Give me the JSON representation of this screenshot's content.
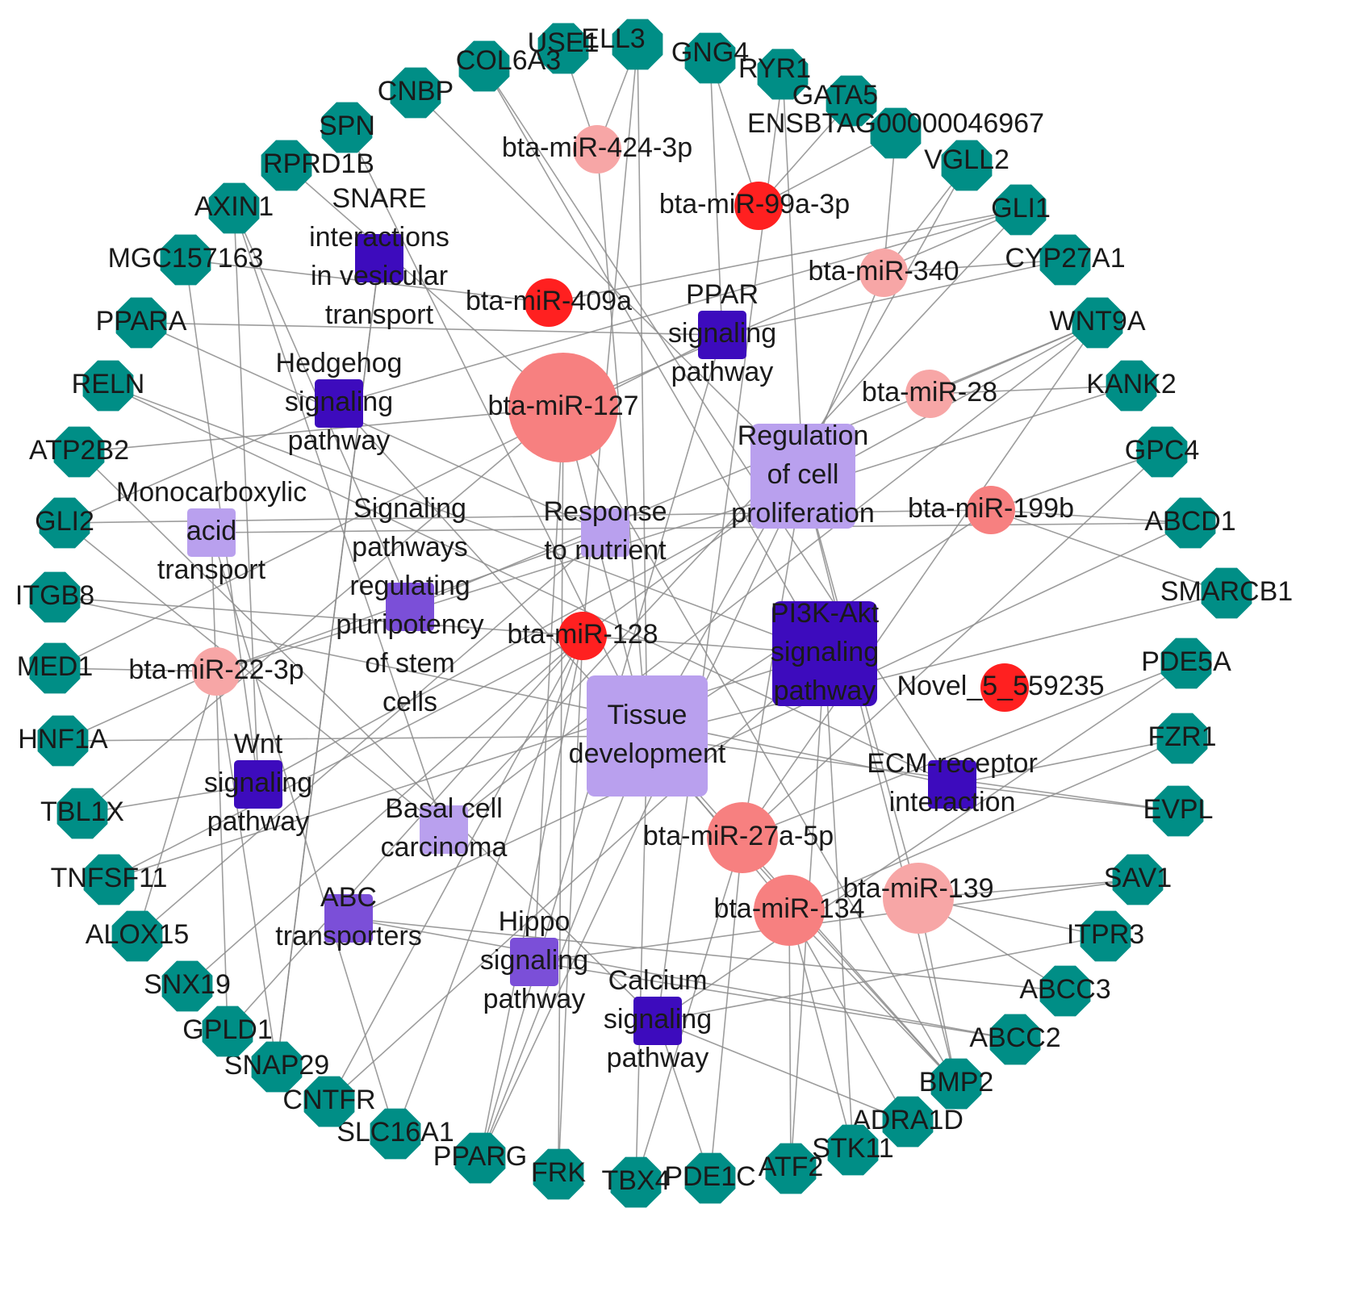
{
  "colors": {
    "gene": "#008e86",
    "mirna_up": "#ff2020",
    "mirna_down": "#f78080",
    "mirna_light": "#f7a6a6",
    "pathway_dark": "#3d0bbd",
    "pathway_mid": "#7b4fd8",
    "pathway_light": "#b9a0ee",
    "edge": "#8c8c8c"
  },
  "genes": [
    {
      "id": "USE1",
      "label": "USE1"
    },
    {
      "id": "ELL3",
      "label": "ELL3"
    },
    {
      "id": "GNG4",
      "label": "GNG4"
    },
    {
      "id": "RYR1",
      "label": "RYR1"
    },
    {
      "id": "GATA5",
      "label": "GATA5"
    },
    {
      "id": "ENSBTAG",
      "label": "ENSBTAG00000046967"
    },
    {
      "id": "VGLL2",
      "label": "VGLL2"
    },
    {
      "id": "GLI1",
      "label": "GLI1"
    },
    {
      "id": "CYP27A1",
      "label": "CYP27A1"
    },
    {
      "id": "WNT9A",
      "label": "WNT9A"
    },
    {
      "id": "KANK2",
      "label": "KANK2"
    },
    {
      "id": "GPC4",
      "label": "GPC4"
    },
    {
      "id": "ABCD1",
      "label": "ABCD1"
    },
    {
      "id": "SMARCB1",
      "label": "SMARCB1"
    },
    {
      "id": "PDE5A",
      "label": "PDE5A"
    },
    {
      "id": "FZR1",
      "label": "FZR1"
    },
    {
      "id": "EVPL",
      "label": "EVPL"
    },
    {
      "id": "SAV1",
      "label": "SAV1"
    },
    {
      "id": "ITPR3",
      "label": "ITPR3"
    },
    {
      "id": "ABCC3",
      "label": "ABCC3"
    },
    {
      "id": "ABCC2",
      "label": "ABCC2"
    },
    {
      "id": "BMP2",
      "label": "BMP2"
    },
    {
      "id": "ADRA1D",
      "label": "ADRA1D"
    },
    {
      "id": "STK11",
      "label": "STK11"
    },
    {
      "id": "ATF2",
      "label": "ATF2"
    },
    {
      "id": "PDE1C",
      "label": "PDE1C"
    },
    {
      "id": "TBX4",
      "label": "TBX4"
    },
    {
      "id": "FRK",
      "label": "FRK"
    },
    {
      "id": "PPARG",
      "label": "PPARG"
    },
    {
      "id": "SLC16A1",
      "label": "SLC16A1"
    },
    {
      "id": "CNTFR",
      "label": "CNTFR"
    },
    {
      "id": "SNAP29",
      "label": "SNAP29"
    },
    {
      "id": "GPLD1",
      "label": "GPLD1"
    },
    {
      "id": "SNX19",
      "label": "SNX19"
    },
    {
      "id": "ALOX15",
      "label": "ALOX15"
    },
    {
      "id": "TNFSF11",
      "label": "TNFSF11"
    },
    {
      "id": "TBL1X",
      "label": "TBL1X"
    },
    {
      "id": "HNF1A",
      "label": "HNF1A"
    },
    {
      "id": "MED1",
      "label": "MED1"
    },
    {
      "id": "ITGB8",
      "label": "ITGB8"
    },
    {
      "id": "GLI2",
      "label": "GLI2"
    },
    {
      "id": "ATP2B2",
      "label": "ATP2B2"
    },
    {
      "id": "RELN",
      "label": "RELN"
    },
    {
      "id": "PPARA",
      "label": "PPARA"
    },
    {
      "id": "MGC157163",
      "label": "MGC157163"
    },
    {
      "id": "AXIN1",
      "label": "AXIN1"
    },
    {
      "id": "RPRD1B",
      "label": "RPRD1B"
    },
    {
      "id": "SPN",
      "label": "SPN"
    },
    {
      "id": "CNBP",
      "label": "CNBP"
    },
    {
      "id": "COL6A3",
      "label": "COL6A3"
    }
  ],
  "mirnas": [
    {
      "id": "m424",
      "label": "bta-miR-424-3p",
      "tone": "mirna_light",
      "size": 1
    },
    {
      "id": "m99a",
      "label": "bta-miR-99a-3p",
      "tone": "mirna_up",
      "size": 1
    },
    {
      "id": "m340",
      "label": "bta-miR-340",
      "tone": "mirna_light",
      "size": 1
    },
    {
      "id": "m409a",
      "label": "bta-miR-409a",
      "tone": "mirna_up",
      "size": 1
    },
    {
      "id": "m127",
      "label": "bta-miR-127",
      "tone": "mirna_down",
      "size": 3
    },
    {
      "id": "m28",
      "label": "bta-miR-28",
      "tone": "mirna_light",
      "size": 1
    },
    {
      "id": "m199b",
      "label": "bta-miR-199b",
      "tone": "mirna_down",
      "size": 1
    },
    {
      "id": "m128",
      "label": "bta-miR-128",
      "tone": "mirna_up",
      "size": 1
    },
    {
      "id": "m22",
      "label": "bta-miR-22-3p",
      "tone": "mirna_light",
      "size": 1
    },
    {
      "id": "novel",
      "label": "Novel_5_559235",
      "tone": "mirna_up",
      "size": 1
    },
    {
      "id": "m27a",
      "label": "bta-miR-27a-5p",
      "tone": "mirna_down",
      "size": 2
    },
    {
      "id": "m139",
      "label": "bta-miR-139",
      "tone": "mirna_light",
      "size": 2
    },
    {
      "id": "m134",
      "label": "bta-miR-134",
      "tone": "mirna_down",
      "size": 2
    }
  ],
  "pathways": [
    {
      "id": "snare",
      "lines": [
        "SNARE",
        "interactions",
        "in vesicular",
        "transport"
      ],
      "tone": "pathway_dark",
      "size": 1
    },
    {
      "id": "ppar",
      "lines": [
        "PPAR",
        "signaling",
        "pathway"
      ],
      "tone": "pathway_dark",
      "size": 1
    },
    {
      "id": "hedgehog",
      "lines": [
        "Hedgehog",
        "signaling",
        "pathway"
      ],
      "tone": "pathway_dark",
      "size": 1
    },
    {
      "id": "regcell",
      "lines": [
        "Regulation",
        "of cell",
        "proliferation"
      ],
      "tone": "pathway_light",
      "size": 2
    },
    {
      "id": "monocarb",
      "lines": [
        "Monocarboxylic",
        "acid",
        "transport"
      ],
      "tone": "pathway_light",
      "size": 1
    },
    {
      "id": "signaling",
      "lines": [
        "Signaling",
        "pathways",
        "regulating",
        "pluripotency",
        "of stem",
        "cells"
      ],
      "tone": "pathway_mid",
      "size": 1
    },
    {
      "id": "nutrient",
      "lines": [
        "Response",
        "to nutrient"
      ],
      "tone": "pathway_light",
      "size": 1
    },
    {
      "id": "pi3k",
      "lines": [
        "PI3K-Akt",
        "signaling",
        "pathway"
      ],
      "tone": "pathway_dark",
      "size": 2
    },
    {
      "id": "tissue",
      "lines": [
        "Tissue",
        "development"
      ],
      "tone": "pathway_light",
      "size": 3
    },
    {
      "id": "wnt",
      "lines": [
        "Wnt",
        "signaling",
        "pathway"
      ],
      "tone": "pathway_dark",
      "size": 1
    },
    {
      "id": "ecm",
      "lines": [
        "ECM-receptor",
        "interaction"
      ],
      "tone": "pathway_dark",
      "size": 1
    },
    {
      "id": "basal",
      "lines": [
        "Basal cell",
        "carcinoma"
      ],
      "tone": "pathway_light",
      "size": 1
    },
    {
      "id": "abc",
      "lines": [
        "ABC",
        "transporters"
      ],
      "tone": "pathway_mid",
      "size": 1
    },
    {
      "id": "hippo",
      "lines": [
        "Hippo",
        "signaling",
        "pathway"
      ],
      "tone": "pathway_mid",
      "size": 1
    },
    {
      "id": "calcium",
      "lines": [
        "Calcium",
        "signaling",
        "pathway"
      ],
      "tone": "pathway_dark",
      "size": 1
    }
  ],
  "edges": [
    [
      "USE1",
      "m424"
    ],
    [
      "ELL3",
      "m424"
    ],
    [
      "ELL3",
      "m128"
    ],
    [
      "ELL3",
      "tissue"
    ],
    [
      "GNG4",
      "ppar"
    ],
    [
      "GNG4",
      "m99a"
    ],
    [
      "RYR1",
      "regcell"
    ],
    [
      "RYR1",
      "calcium"
    ],
    [
      "GATA5",
      "m99a"
    ],
    [
      "ENSBTAG",
      "m99a"
    ],
    [
      "ENSBTAG",
      "m340"
    ],
    [
      "VGLL2",
      "m340"
    ],
    [
      "VGLL2",
      "tissue"
    ],
    [
      "GLI1",
      "m409a"
    ],
    [
      "GLI1",
      "hedgehog"
    ],
    [
      "GLI1",
      "basal"
    ],
    [
      "GLI1",
      "m127"
    ],
    [
      "CYP27A1",
      "m340"
    ],
    [
      "CYP27A1",
      "ppar"
    ],
    [
      "WNT9A",
      "m28"
    ],
    [
      "WNT9A",
      "wnt"
    ],
    [
      "WNT9A",
      "signaling"
    ],
    [
      "WNT9A",
      "basal"
    ],
    [
      "WNT9A",
      "m27a"
    ],
    [
      "KANK2",
      "m28"
    ],
    [
      "KANK2",
      "m22"
    ],
    [
      "GPC4",
      "m199b"
    ],
    [
      "GPC4",
      "m27a"
    ],
    [
      "ABCD1",
      "m199b"
    ],
    [
      "ABCD1",
      "abc"
    ],
    [
      "ABCD1",
      "monocarb"
    ],
    [
      "SMARCB1",
      "m199b"
    ],
    [
      "SMARCB1",
      "tissue"
    ],
    [
      "PDE5A",
      "calcium"
    ],
    [
      "PDE5A",
      "m27a"
    ],
    [
      "FZR1",
      "m134"
    ],
    [
      "FZR1",
      "ecm"
    ],
    [
      "EVPL",
      "tissue"
    ],
    [
      "EVPL",
      "ecm"
    ],
    [
      "SAV1",
      "m139"
    ],
    [
      "SAV1",
      "hippo"
    ],
    [
      "ITPR3",
      "m139"
    ],
    [
      "ITPR3",
      "calcium"
    ],
    [
      "ABCC3",
      "abc"
    ],
    [
      "ABCC3",
      "m139"
    ],
    [
      "ABCC2",
      "abc"
    ],
    [
      "ABCC2",
      "hippo"
    ],
    [
      "BMP2",
      "m134"
    ],
    [
      "BMP2",
      "tissue"
    ],
    [
      "BMP2",
      "regcell"
    ],
    [
      "BMP2",
      "hedgehog"
    ],
    [
      "BMP2",
      "m127"
    ],
    [
      "BMP2",
      "m139"
    ],
    [
      "ADRA1D",
      "calcium"
    ],
    [
      "ADRA1D",
      "m134"
    ],
    [
      "STK11",
      "m134"
    ],
    [
      "STK11",
      "pi3k"
    ],
    [
      "ATF2",
      "m134"
    ],
    [
      "ATF2",
      "pi3k"
    ],
    [
      "PDE1C",
      "calcium"
    ],
    [
      "PDE1C",
      "m27a"
    ],
    [
      "TBX4",
      "m27a"
    ],
    [
      "TBX4",
      "tissue"
    ],
    [
      "FRK",
      "m127"
    ],
    [
      "FRK",
      "m128"
    ],
    [
      "PPARG",
      "ppar"
    ],
    [
      "PPARG",
      "regcell"
    ],
    [
      "PPARG",
      "m128"
    ],
    [
      "PPARG",
      "tissue"
    ],
    [
      "SLC16A1",
      "monocarb"
    ],
    [
      "SLC16A1",
      "m128"
    ],
    [
      "CNTFR",
      "pi3k"
    ],
    [
      "CNTFR",
      "m128"
    ],
    [
      "SNAP29",
      "snare"
    ],
    [
      "SNAP29",
      "m22"
    ],
    [
      "GPLD1",
      "m128"
    ],
    [
      "GPLD1",
      "monocarb"
    ],
    [
      "SNX19",
      "m128"
    ],
    [
      "ALOX15",
      "m22"
    ],
    [
      "ALOX15",
      "nutrient"
    ],
    [
      "TNFSF11",
      "pi3k"
    ],
    [
      "TNFSF11",
      "m128"
    ],
    [
      "TBL1X",
      "wnt"
    ],
    [
      "TBL1X",
      "m127"
    ],
    [
      "HNF1A",
      "tissue"
    ],
    [
      "HNF1A",
      "m22"
    ],
    [
      "MED1",
      "m22"
    ],
    [
      "MED1",
      "ppar"
    ],
    [
      "ITGB8",
      "ecm"
    ],
    [
      "ITGB8",
      "pi3k"
    ],
    [
      "GLI2",
      "hedgehog"
    ],
    [
      "GLI2",
      "basal"
    ],
    [
      "GLI2",
      "m199b"
    ],
    [
      "ATP2B2",
      "calcium"
    ],
    [
      "ATP2B2",
      "m127"
    ],
    [
      "RELN",
      "pi3k"
    ],
    [
      "RELN",
      "ecm"
    ],
    [
      "PPARA",
      "ppar"
    ],
    [
      "PPARA",
      "nutrient"
    ],
    [
      "MGC157163",
      "m409a"
    ],
    [
      "MGC157163",
      "wnt"
    ],
    [
      "AXIN1",
      "wnt"
    ],
    [
      "AXIN1",
      "basal"
    ],
    [
      "AXIN1",
      "signaling"
    ],
    [
      "RPRD1B",
      "m127"
    ],
    [
      "SPN",
      "tissue"
    ],
    [
      "CNBP",
      "regcell"
    ],
    [
      "COL6A3",
      "ecm"
    ],
    [
      "COL6A3",
      "pi3k"
    ],
    [
      "m127",
      "tissue"
    ],
    [
      "m127",
      "hippo"
    ],
    [
      "m128",
      "regcell"
    ],
    [
      "m27a",
      "regcell"
    ],
    [
      "m134",
      "tissue"
    ],
    [
      "m139",
      "regcell"
    ],
    [
      "snare",
      "SNAP29"
    ],
    [
      "m199b",
      "tissue"
    ],
    [
      "m340",
      "regcell"
    ],
    [
      "m424",
      "tissue"
    ],
    [
      "m22",
      "nutrient"
    ]
  ]
}
